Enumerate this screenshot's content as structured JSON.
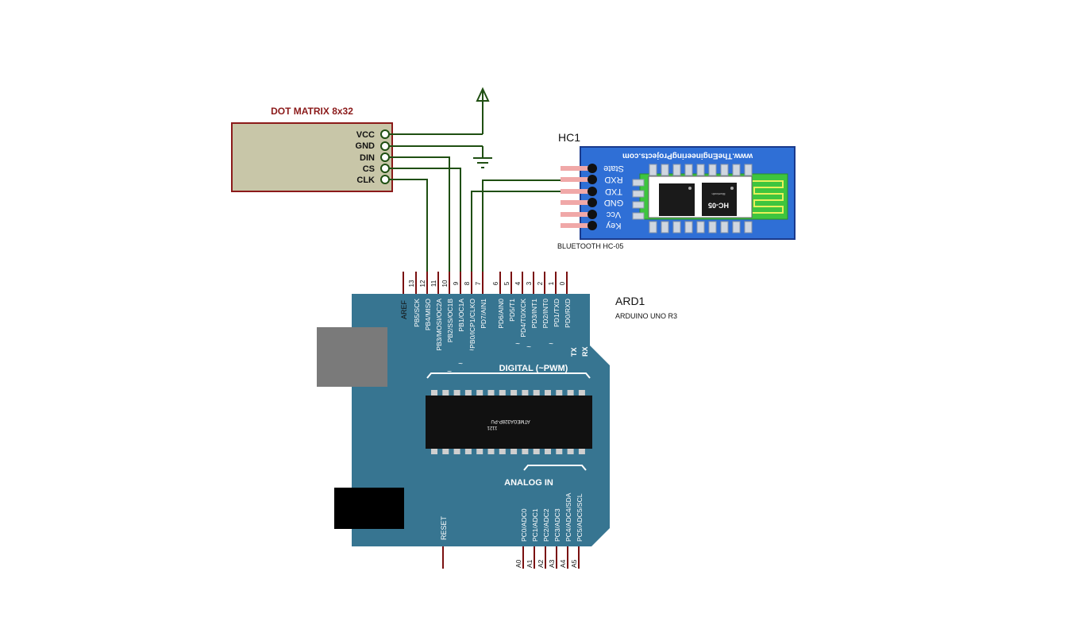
{
  "dot_matrix": {
    "title": "DOT MATRIX 8x32",
    "pins": [
      "VCC",
      "GND",
      "DIN",
      "CS",
      "CLK"
    ]
  },
  "hc05": {
    "ref": "HC1",
    "name": "BLUETOOTH HC-05",
    "url": "www.TheEngineeringProjects.com",
    "chip_label": "HC-05",
    "pins": [
      "State",
      "RXD",
      "TXD",
      "GND",
      "Vcc",
      "Key"
    ]
  },
  "arduino": {
    "ref": "ARD1",
    "name": "ARDUINO UNO R3",
    "aref": "AREF",
    "top_pin_numbers": [
      "13",
      "12",
      "11",
      "10",
      "9",
      "8",
      "7",
      "6",
      "5",
      "4",
      "3",
      "2",
      "1",
      "0"
    ],
    "top_pin_names": [
      "PB5/SCK",
      "PB4/MISO",
      "PB3/MOSI/OC2A",
      "PB2/SS/OC1B",
      "PB1/OC1A",
      "PB0/ICP1/CLKO",
      "PD7/AIN1",
      "PD6/AIN0",
      "PD5/T1",
      "PD4/T0/XCK",
      "PD3/INT1",
      "PD2/INT0",
      "PD1/TXD",
      "PD0/RXD"
    ],
    "tx": "TX",
    "rx": "RX",
    "pwm_marks": "~",
    "digital_label": "DIGITAL (~PWM)",
    "analog_label": "ANALOG IN",
    "chip_name": "ATMEGA328P-PU",
    "chip_code": "1121",
    "reset": "RESET",
    "analog_pin_names": [
      "PC0/ADC0",
      "PC1/ADC1",
      "PC2/ADC2",
      "PC3/ADC3",
      "PC4/ADC4/SDA",
      "PC5/ADC5/SCL"
    ],
    "analog_pin_numbers": [
      "A0",
      "A1",
      "A2",
      "A3",
      "A4",
      "A5"
    ]
  },
  "colors": {
    "wire": "#1f4f12",
    "pin": "#7a1010",
    "board": "#377591",
    "module_bg": "#c8c6a8",
    "bt_blue": "#2f6fd6"
  }
}
